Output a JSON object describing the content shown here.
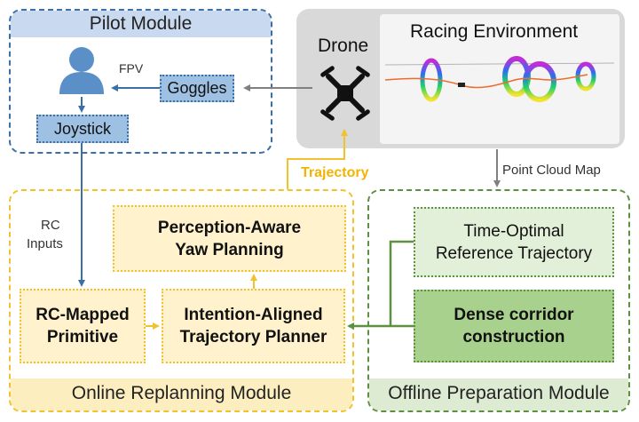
{
  "pilot": {
    "title": "Pilot Module",
    "goggles": "Goggles",
    "joystick": "Joystick",
    "fpv": "FPV"
  },
  "drone": {
    "title": "Drone",
    "env_title": "Racing Environment"
  },
  "edges": {
    "trajectory": "Trajectory",
    "point_cloud": "Point Cloud Map",
    "rc_inputs_1": "RC",
    "rc_inputs_2": "Inputs"
  },
  "online": {
    "title": "Online Replanning Module",
    "yaw_1": "Perception-Aware",
    "yaw_2": "Yaw Planning",
    "rc_1": "RC-Mapped",
    "rc_2": "Primitive",
    "planner_1": "Intention-Aligned",
    "planner_2": "Trajectory Planner"
  },
  "offline": {
    "title": "Offline Preparation Module",
    "ref_1": "Time-Optimal",
    "ref_2": "Reference Trajectory",
    "corr_1": "Dense corridor",
    "corr_2": "construction"
  },
  "colors": {
    "blue": "#3a6fa8",
    "yellow": "#f2c12e",
    "green": "#5d9140",
    "gray": "#808080"
  }
}
